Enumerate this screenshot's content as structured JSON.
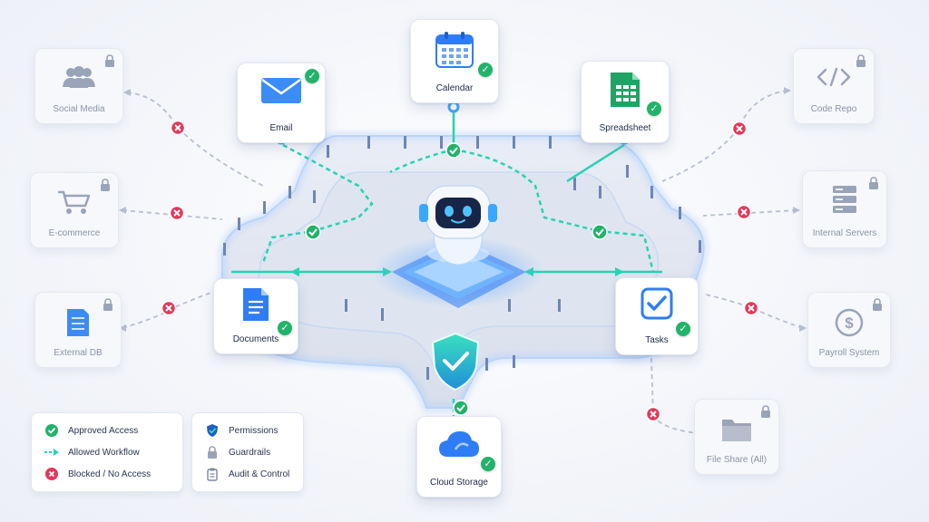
{
  "nodes": {
    "calendar": {
      "label": "Calendar"
    },
    "email": {
      "label": "Email"
    },
    "spreadsheet": {
      "label": "Spreadsheet"
    },
    "documents": {
      "label": "Documents"
    },
    "tasks": {
      "label": "Tasks"
    },
    "cloud_storage": {
      "label": "Cloud Storage"
    },
    "social_media": {
      "label": "Social Media"
    },
    "ecommerce": {
      "label": "E-commerce"
    },
    "external_db": {
      "label": "External DB"
    },
    "code_repo": {
      "label": "Code Repo"
    },
    "internal_servers": {
      "label": "Internal Servers"
    },
    "payroll_system": {
      "label": "Payroll System"
    },
    "file_share": {
      "label": "File Share (All)"
    }
  },
  "legend_status": {
    "approved": "Approved Access",
    "allowed": "Allowed Workflow",
    "blocked": "Blocked / No Access"
  },
  "legend_controls": {
    "permissions": "Permissions",
    "guardrails": "Guardrails",
    "audit": "Audit & Control"
  },
  "colors": {
    "approved": "#22b36b",
    "allowed_line": "#27d3b2",
    "blocked": "#e2385a",
    "platform_glow": "#8fc3ff",
    "accent_blue": "#2f7df6"
  }
}
